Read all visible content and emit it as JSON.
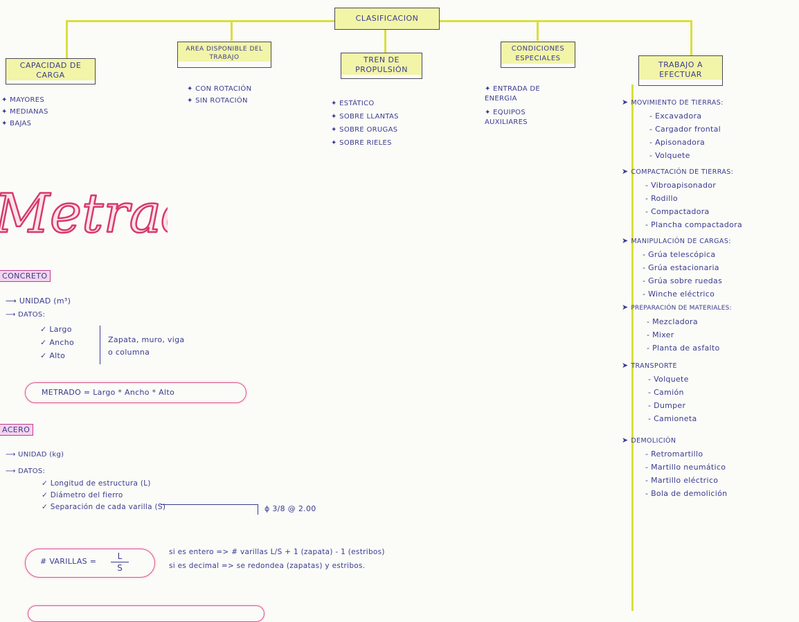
{
  "clasificacion": {
    "title": "CLASIFICACION",
    "branches": [
      {
        "header": "CAPACIDAD DE CARGA",
        "items": [
          "MAYORES",
          "MEDIANAS",
          "BAJAS"
        ]
      },
      {
        "header": "AREA DISPONIBLE DEL TRABAJO",
        "items": [
          "CON ROTACIÓN",
          "SIN ROTACIÓN"
        ]
      },
      {
        "header": "TREN DE PROPULSIÓN",
        "items": [
          "ESTÁTICO",
          "SOBRE LLANTAS",
          "SOBRE ORUGAS",
          "SOBRE RIELES"
        ]
      },
      {
        "header": "CONDICIONES ESPECIALES",
        "items": [
          "ENTRADA DE ENERGIA",
          "EQUIPOS AUXILIARES"
        ]
      },
      {
        "header": "TRABAJO A EFECTUAR"
      }
    ]
  },
  "trabajo": [
    {
      "heading": "MOVIMIENTO DE TIERRAS:",
      "items": [
        "- Excavadora",
        "- Cargador frontal",
        "- Apisonadora",
        "- Volquete"
      ]
    },
    {
      "heading": "COMPACTACIÓN DE TIERRAS:",
      "items": [
        "- Vibroapisonador",
        "- Rodillo",
        "- Compactadora",
        "- Plancha compactadora"
      ]
    },
    {
      "heading": "MANIPULACIÓN DE CARGAS:",
      "items": [
        "- Grúa telescópica",
        "- Grúa estacionaria",
        "- Grúa sobre ruedas",
        "- Winche eléctrico"
      ]
    },
    {
      "heading": "PREPARACIÓN DE MATERIALES:",
      "items": [
        "- Mezcladora",
        "- Mixer",
        "- Planta de asfalto"
      ]
    },
    {
      "heading": "TRANSPORTE",
      "items": [
        "- Volquete",
        "- Camión",
        "- Dumper",
        "- Camioneta"
      ]
    },
    {
      "heading": "DEMOLICIÓN",
      "items": [
        "- Retromartillo",
        "- Martillo neumático",
        "- Martillo eléctrico",
        "- Bola de demolición"
      ]
    }
  ],
  "metrados": {
    "title": "Metrados",
    "concreto": {
      "label": "CONCRETO",
      "unidad": "UNIDAD (m³)",
      "datos": "DATOS:",
      "items": [
        "✓ Largo",
        "✓ Ancho",
        "✓ Alto"
      ],
      "aplica": "Zapata, muro, viga o columna",
      "formula": "METRADO = Largo * Ancho * Alto"
    },
    "acero": {
      "label": "ACERO",
      "unidad": "UNIDAD (kg)",
      "datos": "DATOS:",
      "items": [
        "✓ Longitud de estructura (L)",
        "✓ Diámetro del fierro",
        "✓ Separación de cada varilla (S)"
      ],
      "ejemplo": "ϕ 3/8 @ 2.00",
      "varillas_label": "# VARILLAS =",
      "varillas_num": "L",
      "varillas_den": "S",
      "regla_entero": "si es entero => # varillas L/S + 1 (zapata) - 1 (estribos)",
      "regla_decimal": "si es decimal => se redondea (zapatas) y estribos."
    }
  },
  "colors": {
    "connector": "#d9df3c",
    "ink": "#3a3c8e",
    "pink": "#d6548a"
  }
}
